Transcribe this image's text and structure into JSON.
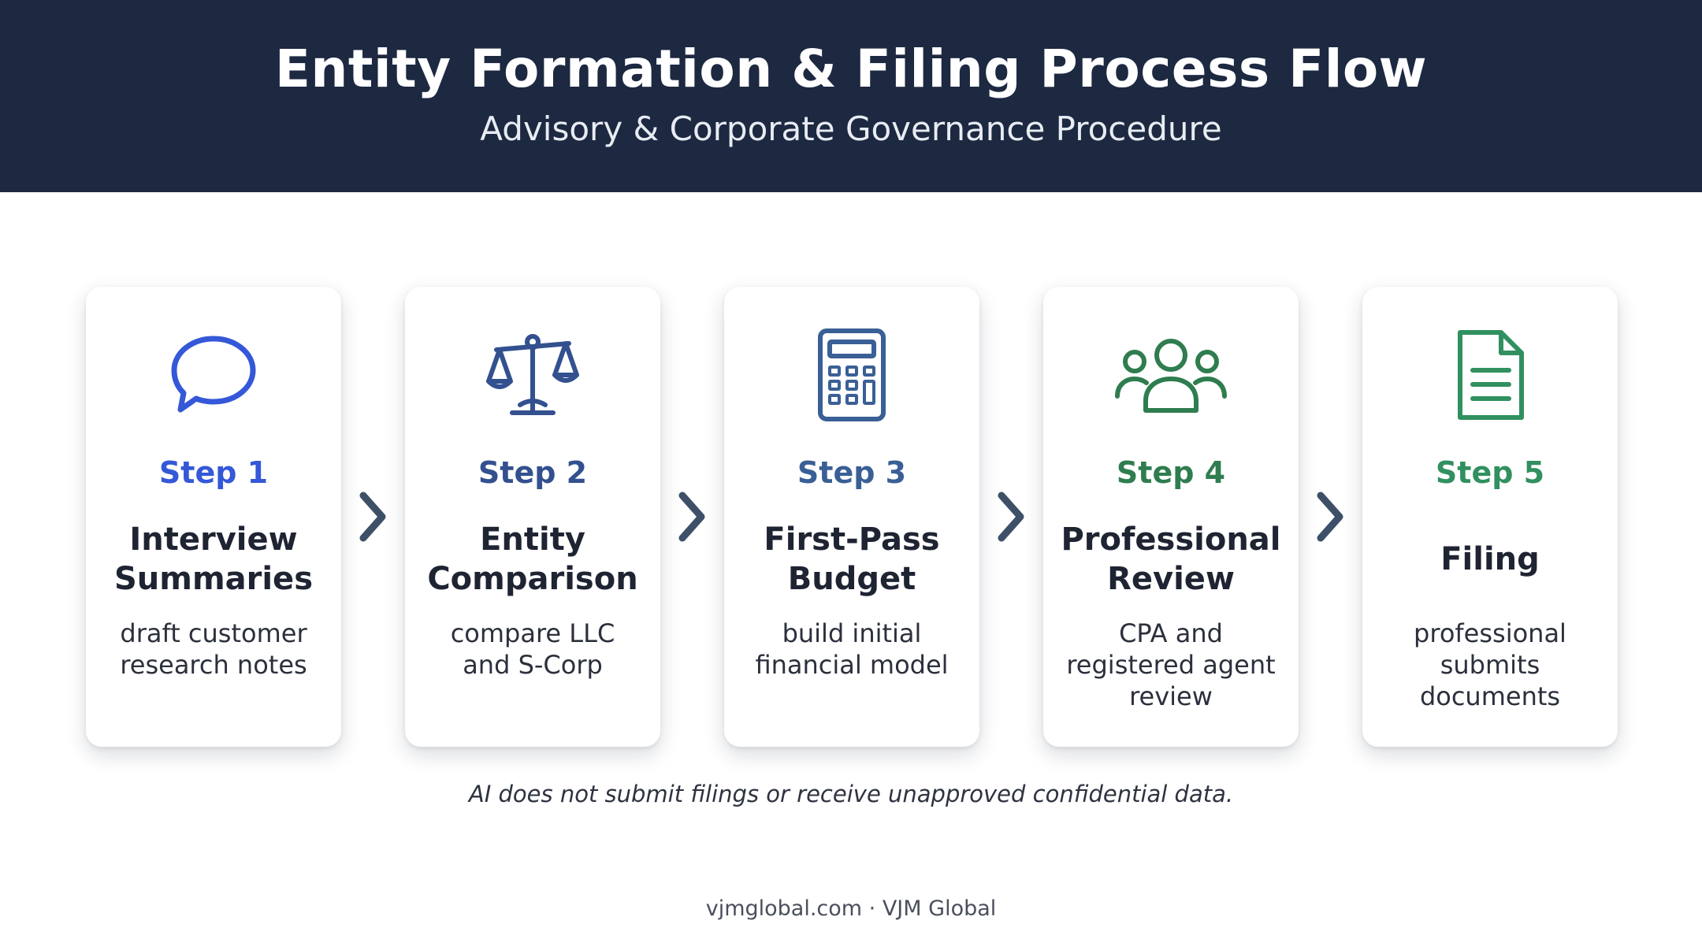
{
  "header": {
    "title": "Entity Formation & Filing Process Flow",
    "subtitle": "Advisory & Corporate Governance Procedure"
  },
  "steps": [
    {
      "step": "Step 1",
      "title_line1": "Interview",
      "title_line2": "Summaries",
      "desc_line1": "draft customer",
      "desc_line2": "research notes",
      "desc_line3": "",
      "icon": "speech-bubble-icon",
      "color": "#3558d8"
    },
    {
      "step": "Step 2",
      "title_line1": "Entity",
      "title_line2": "Comparison",
      "desc_line1": "compare LLC",
      "desc_line2": "and S-Corp",
      "desc_line3": "",
      "icon": "scales-icon",
      "color": "#33508f"
    },
    {
      "step": "Step 3",
      "title_line1": "First-Pass",
      "title_line2": "Budget",
      "desc_line1": "build initial",
      "desc_line2": "financial model",
      "desc_line3": "",
      "icon": "calculator-icon",
      "color": "#3a5f96"
    },
    {
      "step": "Step 4",
      "title_line1": "Professional",
      "title_line2": "Review",
      "desc_line1": "CPA and",
      "desc_line2": "registered agent",
      "desc_line3": "review",
      "icon": "people-group-icon",
      "color": "#2f7d4f"
    },
    {
      "step": "Step 5",
      "title_line1": "Filing",
      "title_line2": "",
      "desc_line1": "professional",
      "desc_line2": "submits",
      "desc_line3": "documents",
      "icon": "document-icon",
      "color": "#319060"
    }
  ],
  "arrow_color": "#3e5068",
  "disclaimer": "AI does not submit filings or receive unapproved confidential data.",
  "footer": "vjmglobal.com · VJM Global"
}
